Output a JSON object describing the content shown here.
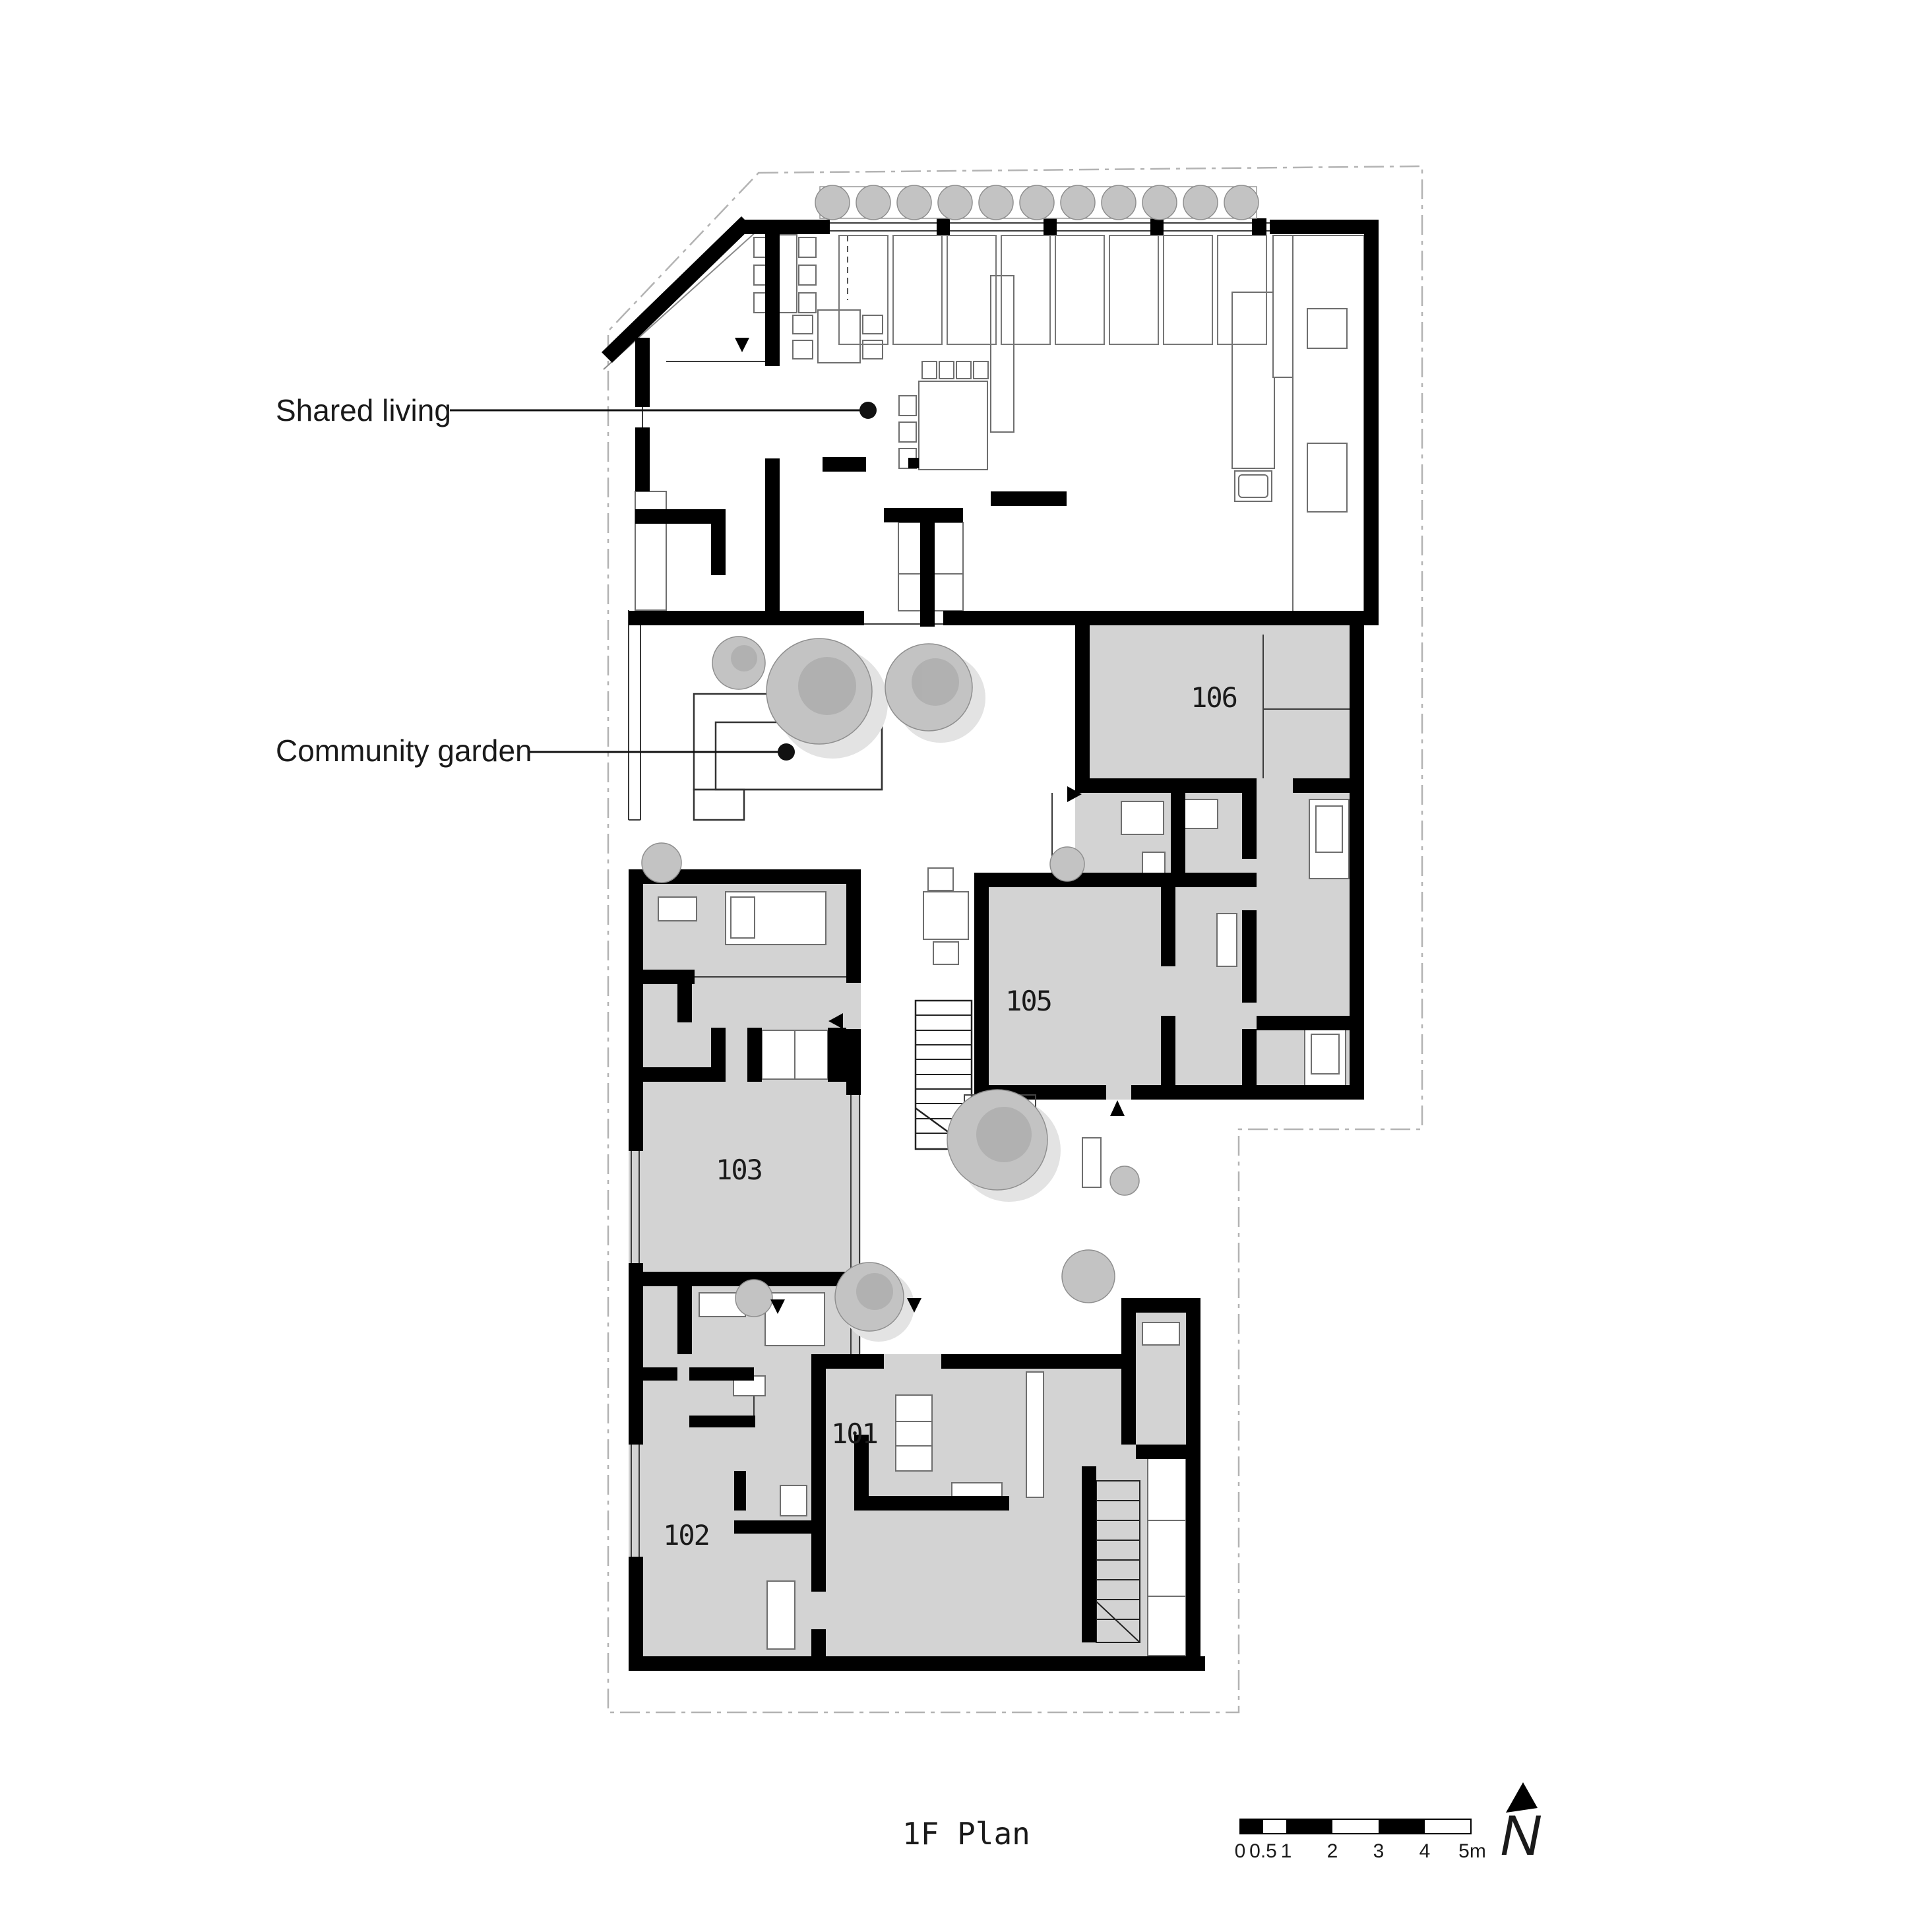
{
  "drawing": {
    "title": "1F Plan",
    "north_label": "N",
    "annotations": {
      "shared_living": "Shared living",
      "community_garden": "Community garden"
    },
    "rooms": {
      "101": "101",
      "102": "102",
      "103": "103",
      "105": "105",
      "106": "106"
    },
    "scale_bar": {
      "ticks": [
        "0",
        "0.5",
        "1",
        "2",
        "3",
        "4",
        "5m"
      ]
    },
    "colors": {
      "wall": "#000000",
      "unit_fill": "#d3d3d3",
      "tree_fill": "#c3c3c3",
      "tree_shadow": "#e3e3e3",
      "boundary": "#b3b3b3",
      "furniture_stroke": "#6e6e6e",
      "background": "#ffffff"
    }
  }
}
